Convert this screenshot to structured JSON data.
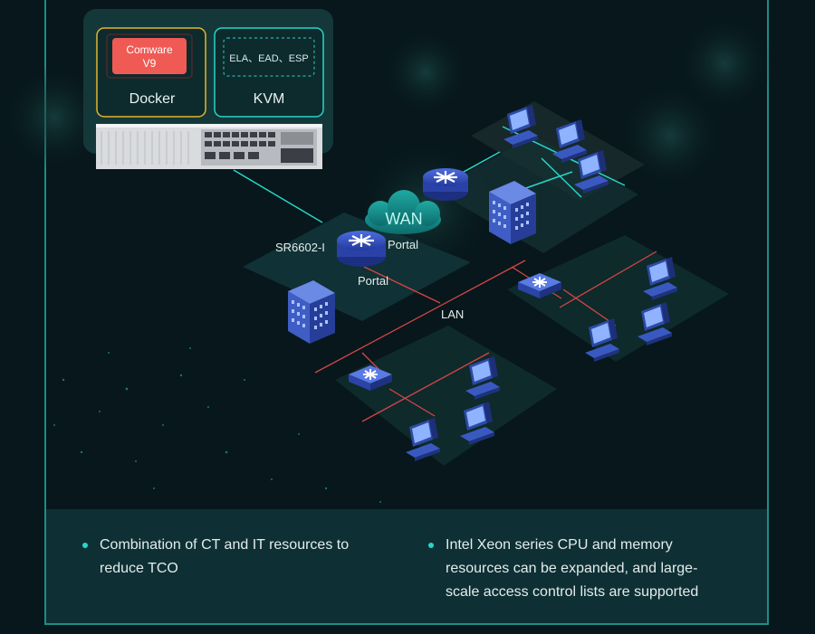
{
  "diagram": {
    "docker_box": {
      "chip_line1": "Comware",
      "chip_line2": "V9",
      "label": "Docker"
    },
    "kvm_box": {
      "chip_text": "ELA、EAD、ESP",
      "label": "KVM"
    },
    "router_label": "SR6602-I",
    "wan_label": "WAN",
    "portal_label_top": "Portal",
    "portal_label_bottom": "Portal",
    "lan_label": "LAN"
  },
  "features": [
    {
      "line1": "Combination of CT and IT resources to",
      "line2": "reduce TCO"
    },
    {
      "line1": "Intel Xeon series CPU and memory",
      "line2": "resources can be expanded, and large-",
      "line3": "scale access control lists are supported"
    }
  ],
  "colors": {
    "accent": "#27d6c8",
    "frame": "#1e8d86",
    "docker_border": "#e5b52a",
    "comware_red": "#f05a55",
    "lan_line": "#d64545"
  }
}
